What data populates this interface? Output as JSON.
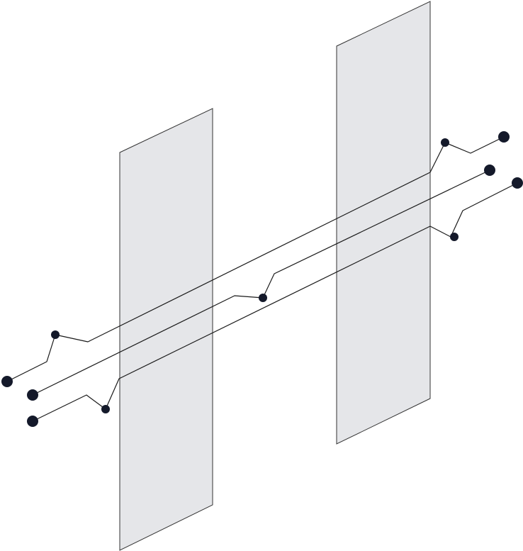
{
  "diagram": {
    "panels": [
      {
        "id": "left"
      },
      {
        "id": "right"
      }
    ],
    "wires": [
      {
        "id": "top-wire"
      },
      {
        "id": "middle-wire"
      },
      {
        "id": "bottom-wire"
      }
    ],
    "colors": {
      "panel_fill": "#e5e6e9",
      "panel_stroke": "#333333",
      "wire_stroke": "#1a1a1a",
      "node_fill": "#14192a",
      "background": "#ffffff"
    }
  }
}
